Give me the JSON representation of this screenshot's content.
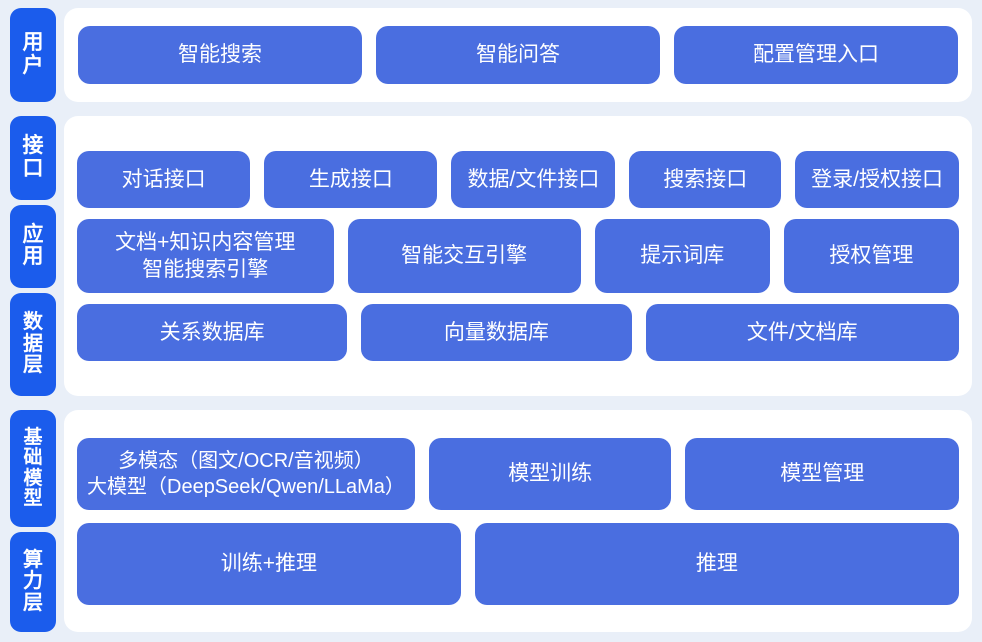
{
  "theme": {
    "page_background": "#e9eff8",
    "card_background": "#ffffff",
    "label_pill_color": "#1b5cec",
    "node_color": "#4a6ee0",
    "node_text_color": "#ffffff"
  },
  "bands": [
    {
      "name": "user-band",
      "labels": [
        {
          "name": "label-user",
          "text": "用户",
          "chars": 2
        }
      ],
      "rows": [
        {
          "name": "user-row",
          "nodes": [
            {
              "name": "node-smart-search",
              "text": "智能搜索"
            },
            {
              "name": "node-smart-qa",
              "text": "智能问答"
            },
            {
              "name": "node-config-management-entry",
              "text": "配置管理入口"
            }
          ]
        }
      ]
    },
    {
      "name": "middle-band",
      "labels": [
        {
          "name": "label-interface",
          "text": "接口",
          "chars": 2
        },
        {
          "name": "label-application",
          "text": "应用",
          "chars": 2
        },
        {
          "name": "label-data-layer",
          "text": "数据层",
          "chars": 3
        }
      ],
      "rows": [
        {
          "name": "interface-row",
          "nodes": [
            {
              "name": "node-dialog-interface",
              "text": "对话接口"
            },
            {
              "name": "node-generation-interface",
              "text": "生成接口"
            },
            {
              "name": "node-data-file-interface",
              "text": "数据/文件接口"
            },
            {
              "name": "node-search-interface",
              "text": "搜索接口"
            },
            {
              "name": "node-login-auth-interface",
              "text": "登录/授权接口"
            }
          ]
        },
        {
          "name": "application-row",
          "nodes": [
            {
              "name": "node-doc-knowledge-management",
              "text": "文档+知识内容管理\n智能搜索引擎"
            },
            {
              "name": "node-smart-interaction-engine",
              "text": "智能交互引擎"
            },
            {
              "name": "node-prompt-library",
              "text": "提示词库"
            },
            {
              "name": "node-authorization-management",
              "text": "授权管理"
            }
          ]
        },
        {
          "name": "data-row",
          "nodes": [
            {
              "name": "node-relational-database",
              "text": "关系数据库"
            },
            {
              "name": "node-vector-database",
              "text": "向量数据库"
            },
            {
              "name": "node-file-document-store",
              "text": "文件/文档库"
            }
          ]
        }
      ]
    },
    {
      "name": "foundation-band",
      "labels": [
        {
          "name": "label-foundation-model",
          "text": "基础模型",
          "chars": 4
        },
        {
          "name": "label-compute-layer",
          "text": "算力层",
          "chars": 3
        }
      ],
      "rows": [
        {
          "name": "model-row",
          "nodes": [
            {
              "name": "node-multimodal-large-model",
              "text": "多模态（图文/OCR/音视频）\n大模型（DeepSeek/Qwen/LLaMa）"
            },
            {
              "name": "node-model-training",
              "text": "模型训练"
            },
            {
              "name": "node-model-management",
              "text": "模型管理"
            }
          ]
        },
        {
          "name": "compute-row",
          "nodes": [
            {
              "name": "node-training-plus-inference",
              "text": "训练+推理"
            },
            {
              "name": "node-inference",
              "text": "推理"
            }
          ]
        }
      ]
    }
  ]
}
